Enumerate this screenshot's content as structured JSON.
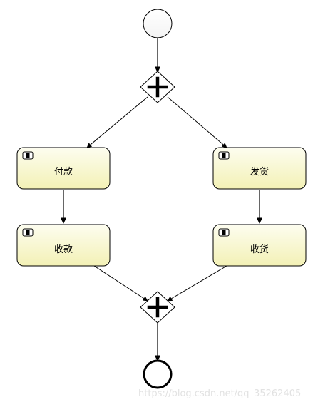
{
  "diagram": {
    "tasks": {
      "pay": {
        "label": "付款"
      },
      "ship": {
        "label": "发货"
      },
      "receive_payment": {
        "label": "收款"
      },
      "receive_goods": {
        "label": "收货"
      }
    },
    "gateway_type": "parallel",
    "colors": {
      "task_fill_top": "#fdfdf0",
      "task_fill_bottom": "#f3f1b6",
      "stroke": "#000000",
      "event_fill": "#ffffff",
      "gateway_fill": "#ffffff"
    }
  },
  "watermark": "https://blog.csdn.net/qq_35262405"
}
